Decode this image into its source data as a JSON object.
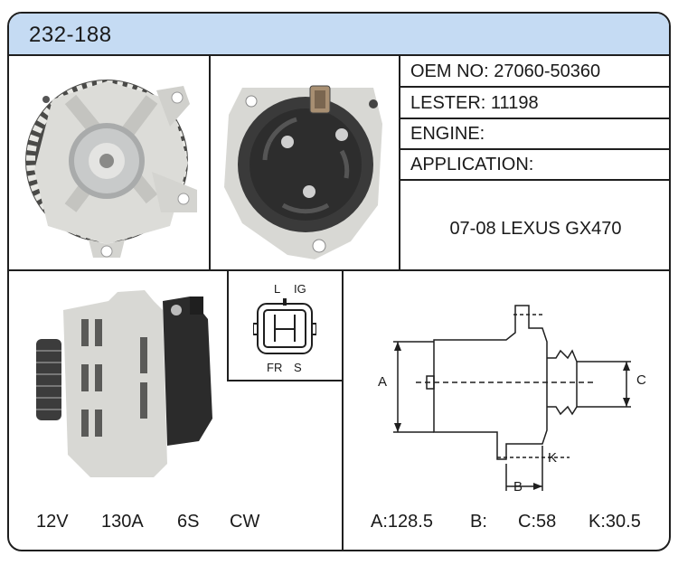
{
  "header": {
    "part_number": "232-188"
  },
  "specs": {
    "oem": "OEM NO: 27060-50360",
    "lester": "LESTER: 11198",
    "engine": "ENGINE:",
    "application_label": "APPLICATION:",
    "application_value": "07-08 LEXUS GX470"
  },
  "connector": {
    "label_l": "L",
    "label_ig": "IG",
    "label_fr": "FR",
    "label_s": "S"
  },
  "ratings": {
    "voltage": "12V",
    "amperage": "130A",
    "groove": "6S",
    "rotation": "CW"
  },
  "dimensions": {
    "label_a": "A",
    "label_b": "B",
    "label_c": "C",
    "label_k": "K",
    "a": "A:128.5",
    "b": "B:",
    "c": "C:58",
    "k": "K:30.5"
  },
  "colors": {
    "header_bg": "#c5dbf3",
    "border": "#1f1f1f",
    "alternator_silver": "#d8d8d4",
    "alternator_black": "#2b2b2b",
    "connector_tan": "#a88f72"
  },
  "icons": [
    "alternator-front-photo",
    "alternator-rear-photo",
    "alternator-side-photo",
    "connector-plug-icon",
    "dimension-drawing"
  ]
}
